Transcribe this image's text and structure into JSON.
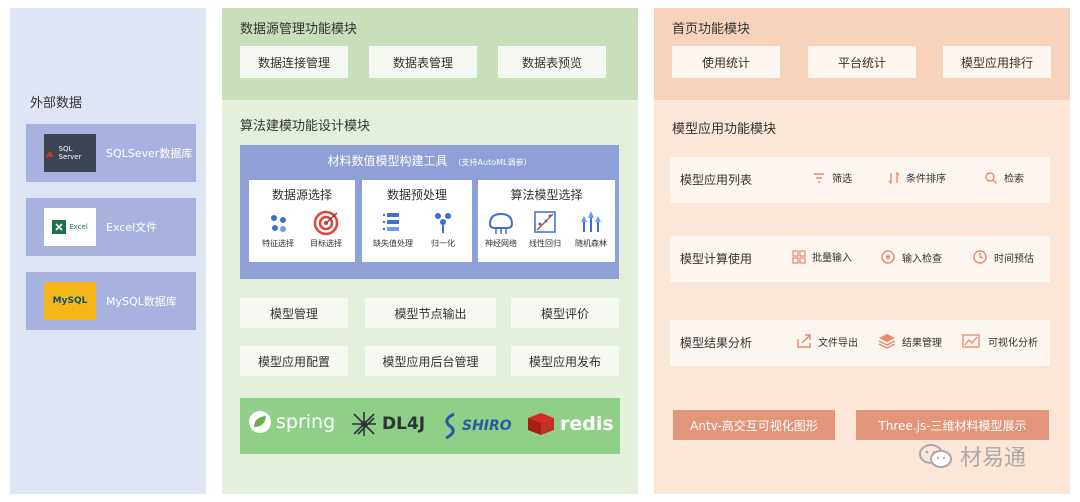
{
  "external": {
    "title": "外部数据",
    "sources": [
      {
        "label": "SQLSever数据库",
        "logo": "SQL Server"
      },
      {
        "label": "Excel文件",
        "logo": "Excel"
      },
      {
        "label": "MySQL数据库",
        "logo": "MySQL"
      }
    ]
  },
  "datasource": {
    "title": "数据源管理功能模块",
    "buttons": [
      "数据连接管理",
      "数据表管理",
      "数据表预览"
    ]
  },
  "algo": {
    "title": "算法建模功能设计模块",
    "tool_title": "材料数值模型构建工具",
    "tool_note": "（支持AutoML调参）",
    "cards": [
      {
        "title": "数据源选择",
        "items": [
          "特征选择",
          "目标选择"
        ]
      },
      {
        "title": "数据预处理",
        "items": [
          "缺失值处理",
          "归一化"
        ]
      },
      {
        "title": "算法模型选择",
        "items": [
          "神经网络",
          "线性回归",
          "随机森林"
        ]
      }
    ],
    "buttons": [
      "模型管理",
      "模型节点输出",
      "模型评价",
      "模型应用配置",
      "模型应用后台管理",
      "模型应用发布"
    ],
    "logos": [
      "spring",
      "DL4J",
      "SHIRO",
      "redis"
    ]
  },
  "home": {
    "title": "首页功能模块",
    "buttons": [
      "使用统计",
      "平台统计",
      "模型应用排行"
    ]
  },
  "model_app": {
    "title": "模型应用功能模块",
    "rows": [
      {
        "title": "模型应用列表",
        "items": [
          "筛选",
          "条件排序",
          "检索"
        ]
      },
      {
        "title": "模型计算使用",
        "items": [
          "批量输入",
          "输入检查",
          "时间预估"
        ]
      },
      {
        "title": "模型结果分析",
        "items": [
          "文件导出",
          "结果管理",
          "可视化分析"
        ]
      }
    ],
    "tags": [
      "Antv-高交互可视化图形",
      "Three.js-三维材料模型展示"
    ]
  },
  "watermark": "材易通",
  "colors": {
    "left_panel": "#dfe5f4",
    "source_card": "#a7b3de",
    "mid_header": "#c8e0b9",
    "mid_body": "#e4f0db",
    "tool_panel": "#8ea0d6",
    "logo_strip": "#8fcf87",
    "right_header": "#f8d3bb",
    "right_body": "#fce6d8",
    "tag": "#e3957b"
  }
}
